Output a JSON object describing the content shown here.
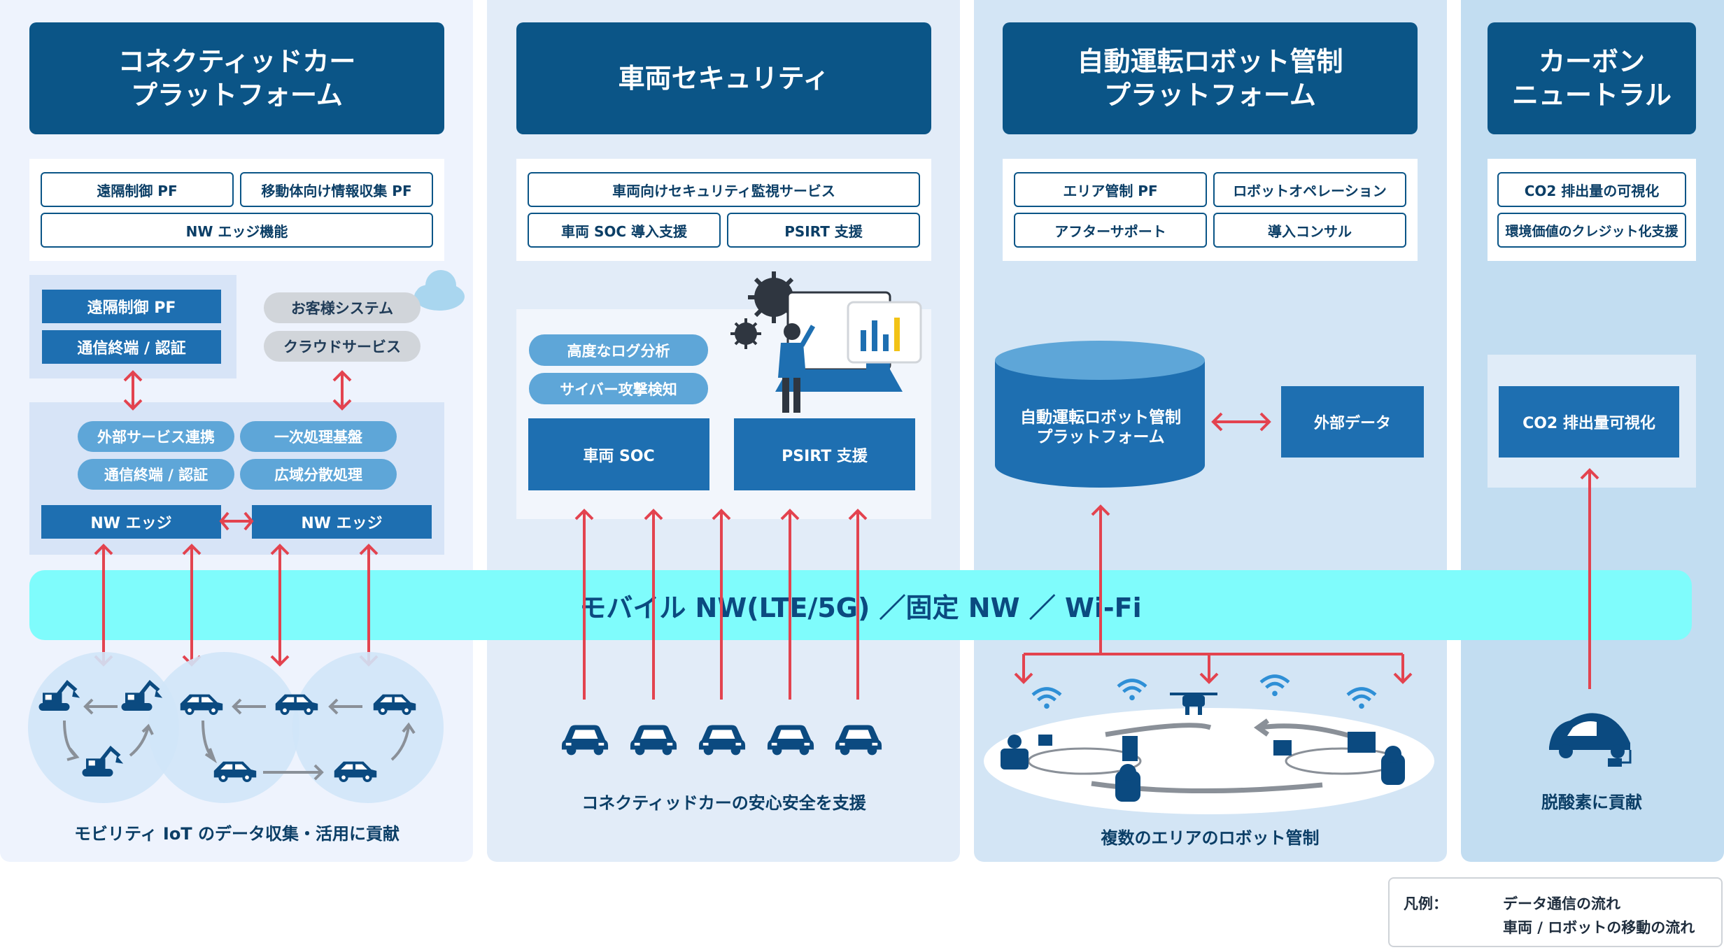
{
  "columns": {
    "connected": {
      "title": "コネクティッドカー\nプラットフォーム",
      "services": [
        "遠隔制御 PF",
        "移動体向け情報収集 PF",
        "NW エッジ機能"
      ],
      "cloud_side": [
        "遠隔制御 PF",
        "通信終端 / 認証"
      ],
      "cloud_items": [
        "お客様システム",
        "クラウドサービス"
      ],
      "edge_items": [
        "外部サービス連携",
        "一次処理基盤",
        "通信終端 / 認証",
        "広域分散処理"
      ],
      "edge_nodes": [
        "NW エッジ",
        "NW エッジ"
      ],
      "caption": "モビリティ IoT のデータ収集・活用に貢献"
    },
    "security": {
      "title": "車両セキュリティ",
      "services": [
        "車両向けセキュリティ監視サービス",
        "車両 SOC 導入支援",
        "PSIRT 支援"
      ],
      "functions": [
        "高度なログ分析",
        "サイバー攻撃検知"
      ],
      "nodes": [
        "車両 SOC",
        "PSIRT 支援"
      ],
      "caption": "コネクティッドカーの安心安全を支援"
    },
    "robot": {
      "title": "自動運転ロボット管制\nプラットフォーム",
      "services": [
        "エリア管制 PF",
        "ロボットオペレーション",
        "アフターサポート",
        "導入コンサル"
      ],
      "platform": "自動運転ロボット管制\nプラットフォーム",
      "external": "外部データ",
      "caption": "複数のエリアのロボット管制"
    },
    "carbon": {
      "title": "カーボン\nニュートラル",
      "services": [
        "CO2 排出量の可視化",
        "環境価値のクレジット化支援"
      ],
      "node": "CO2 排出量可視化",
      "caption": "脱酸素に貢献"
    }
  },
  "network_band": "モバイル NW(LTE/5G) ／固定 NW ／ Wi-Fi",
  "legend": {
    "title": "凡例：",
    "data_flow": "データ通信の流れ",
    "movement": "車両 / ロボットの移動の流れ"
  },
  "colors": {
    "header": "#0b5587",
    "data_arrow": "#e3434f",
    "move_arrow": "#8a9098",
    "band": "#7ffcfc"
  },
  "icons": [
    "excavator-icon",
    "car-icon",
    "virus-icon",
    "analyst-icon",
    "chart-icon",
    "drone-icon",
    "robot-icon",
    "wifi-icon",
    "ev-car-icon",
    "cloud-icon"
  ]
}
